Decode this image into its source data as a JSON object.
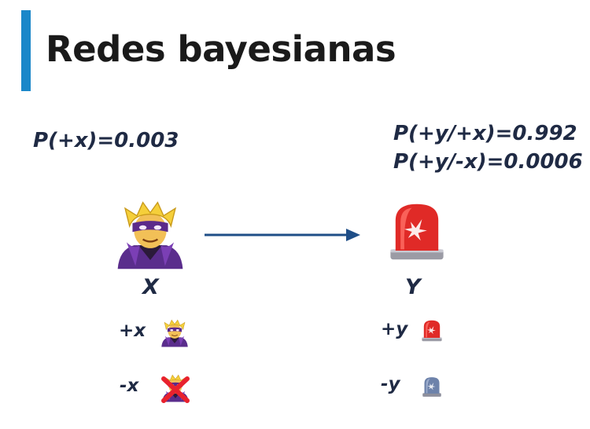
{
  "title": "Redes bayesianas",
  "colors": {
    "accent": "#1a87c9",
    "arrow": "#1f4e87"
  },
  "probabilities": {
    "x_prior": "P(+x)=0.003",
    "y_given_x": "P(+y/+x)=0.992",
    "y_given_not_x": "P(+y/-x)=0.0006"
  },
  "nodes": {
    "x": {
      "label": "X",
      "icon": "supervillain-icon",
      "states": [
        {
          "label": "+x",
          "icon": "supervillain-icon"
        },
        {
          "label": "-x",
          "icon": "crossed-supervillain-icon"
        }
      ]
    },
    "y": {
      "label": "Y",
      "icon": "red-siren-icon",
      "states": [
        {
          "label": "+y",
          "icon": "red-siren-icon"
        },
        {
          "label": "-y",
          "icon": "grey-siren-icon"
        }
      ]
    }
  }
}
